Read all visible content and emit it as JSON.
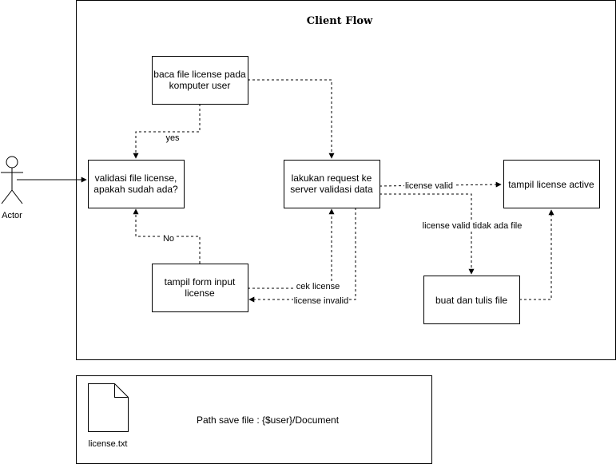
{
  "flow": {
    "title": "Client Flow",
    "actor_label": "Actor",
    "nodes": {
      "read_license": [
        "baca file license pada",
        "komputer user"
      ],
      "validate": [
        "validasi file license,",
        "apakah sudah ada?"
      ],
      "request": [
        "lakukan request ke",
        "server validasi data"
      ],
      "show_active": [
        "tampil license active"
      ],
      "input_form": [
        "tampil form input",
        "license"
      ],
      "write_file": [
        "buat dan tulis file"
      ]
    },
    "edges": {
      "yes": "yes",
      "no": "No",
      "license_valid": "license valid",
      "valid_no_file": "license valid tidak ada file",
      "check_license": "cek license",
      "license_invalid": "license invalid"
    }
  },
  "storage": {
    "file_name": "license.txt",
    "path_text": "Path save file : {$user}/Document"
  }
}
